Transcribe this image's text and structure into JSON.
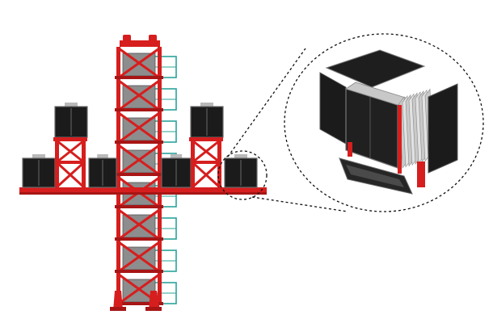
{
  "figure": {
    "colors": {
      "background": "#ffffff",
      "truss_red": "#d61e1e",
      "truss_dark_red": "#a81515",
      "teal_railing": "#2aa39a",
      "module_black": "#1b1b1b",
      "module_edge": "#6a6a6a",
      "panel_gray": "#b9b9b9",
      "callout_dash": "#111111"
    },
    "icons": {
      "tower": "lattice-tower-icon",
      "module": "detector-module-icon",
      "zoom": "magnified-callout-icon"
    },
    "layout_counts": {
      "tower_levels": 8,
      "left_side_modules": 3,
      "right_side_modules": 3
    }
  }
}
